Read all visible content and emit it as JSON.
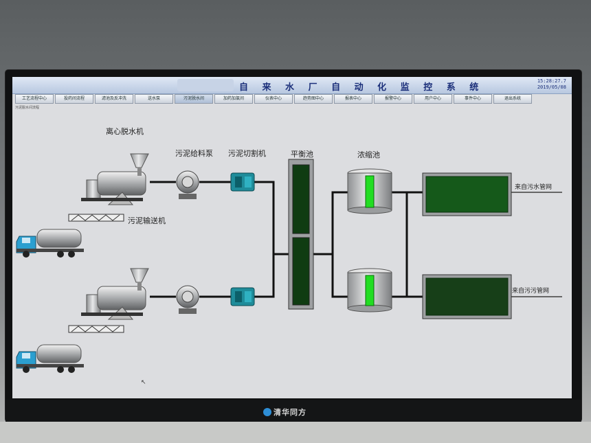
{
  "header": {
    "title": "自 来 水 厂 自 动 化 监 控 系 统",
    "time": "15:28:27.7",
    "date": "2019/05/08"
  },
  "nav": [
    {
      "label": "工艺流程中心"
    },
    {
      "label": "投药间流程"
    },
    {
      "label": "滤池及反冲洗"
    },
    {
      "label": "送水泵"
    },
    {
      "label": "污泥脱水间",
      "active": true
    },
    {
      "label": "加药加氯间"
    },
    {
      "label": "仪表中心"
    },
    {
      "label": "趋势图中心"
    },
    {
      "label": "报表中心"
    },
    {
      "label": "报警中心"
    },
    {
      "label": "用户中心"
    },
    {
      "label": "事件中心"
    },
    {
      "label": "退出系统"
    }
  ],
  "breadcrumb": "污泥脱水间流程",
  "labels": {
    "centrifuge": "离心脱水机",
    "sludge_pump": "污泥给料泵",
    "sludge_cutter": "污泥切割机",
    "balance_tank": "平衡池",
    "thickener": "浓缩池",
    "conveyor": "污泥输送机",
    "inlet_1": "来自污水管网",
    "inlet_2": "来自污污管网"
  },
  "monitor_brand": "清华同方",
  "colors": {
    "tank_fill": "#0f3c12",
    "level_green": "#22dd22",
    "pipe": "#111111",
    "pump_teal": "#1f8c9a",
    "truck_blue": "#2b9fd0"
  }
}
